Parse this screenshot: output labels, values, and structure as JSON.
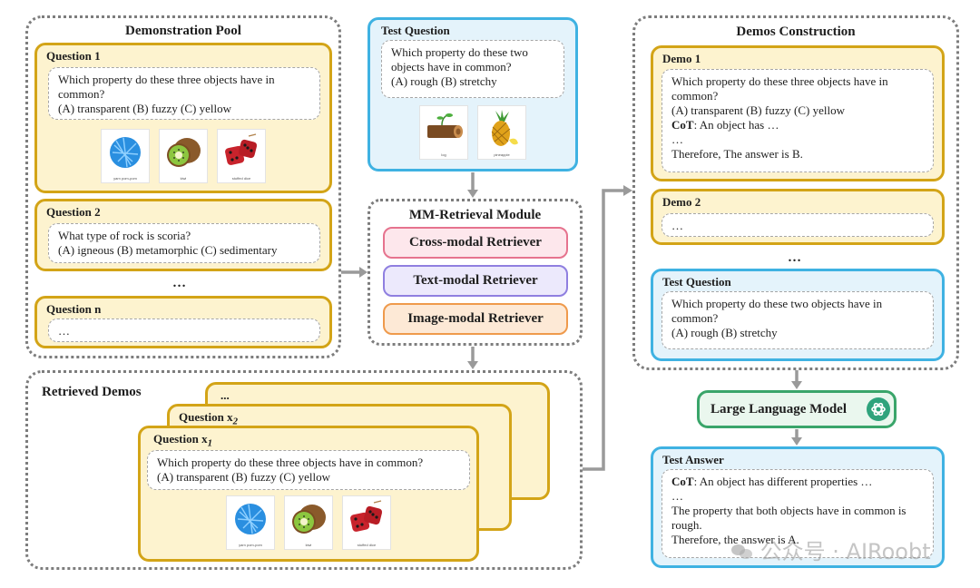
{
  "demonstration_pool": {
    "title": "Demonstration Pool",
    "q1": {
      "label": "Question 1",
      "lines": [
        "Which property do these three objects have in",
        "common?",
        "(A) transparent (B) fuzzy (C) yellow"
      ],
      "images": [
        "yarn pom-pom",
        "kiwi",
        "stuffed dice"
      ]
    },
    "q2": {
      "label": "Question 2",
      "lines": [
        "What type of rock is scoria?",
        "(A) igneous (B) metamorphic (C) sedimentary"
      ]
    },
    "ellipsis": "…",
    "qn": {
      "label": "Question n",
      "body": "…"
    }
  },
  "test_question": {
    "title": "Test Question",
    "lines": [
      "Which property do these two",
      "objects have in common?",
      "(A) rough (B) stretchy"
    ],
    "images": [
      "log",
      "pineapple"
    ]
  },
  "mm_retrieval": {
    "title": "MM-Retrieval Module",
    "cross": "Cross-modal Retriever",
    "text": "Text-modal Retriever",
    "image": "Image-modal Retriever"
  },
  "retrieved_demos": {
    "title": "Retrieved Demos",
    "back_label": "...",
    "mid_label": "Question x",
    "mid_sub": "2",
    "front_label": "Question x",
    "front_sub": "1",
    "front_lines": [
      "Which property do these three objects have in common?",
      "(A) transparent (B) fuzzy (C) yellow"
    ],
    "images": [
      "yarn pom-pom",
      "kiwi",
      "stuffed dice"
    ]
  },
  "demos_construction": {
    "title": "Demos Construction",
    "demo1": {
      "label": "Demo 1",
      "lines": [
        "Which property do these three objects have in",
        "common?",
        "(A) transparent (B) fuzzy (C) yellow"
      ],
      "cot_label": "CoT",
      "cot_text": ": An object has …",
      "dots": "…",
      "answer": "Therefore, The answer is B."
    },
    "demo2": {
      "label": "Demo 2",
      "body": "…"
    },
    "ellipsis": "…",
    "test": {
      "label": "Test Question",
      "lines": [
        "Which property do these two objects have in",
        "common?",
        "(A) rough (B) stretchy"
      ]
    }
  },
  "llm": {
    "label": "Large Language Model"
  },
  "test_answer": {
    "title": "Test Answer",
    "cot_label": "CoT",
    "cot_text": ": An object has different properties …",
    "dots": "…",
    "lines": [
      "The property that both objects have in common is",
      "rough.",
      "Therefore, the answer is A."
    ]
  },
  "watermark": "公众号 · AIRoobt",
  "colors": {
    "yellow_border": "#d3a417",
    "yellow_fill": "#fdf3cf",
    "blue_border": "#3fb2e2",
    "blue_fill": "#e4f3fb",
    "green_border": "#3aa56a",
    "green_fill": "#eaf7ee",
    "cross_border": "#e6738e",
    "cross_fill": "#fde7ec",
    "text_border": "#8f7fe0",
    "text_fill": "#ece9fc",
    "image_border": "#ef9a4c",
    "image_fill": "#fde9d6",
    "arrow": "#9a9a9a"
  }
}
